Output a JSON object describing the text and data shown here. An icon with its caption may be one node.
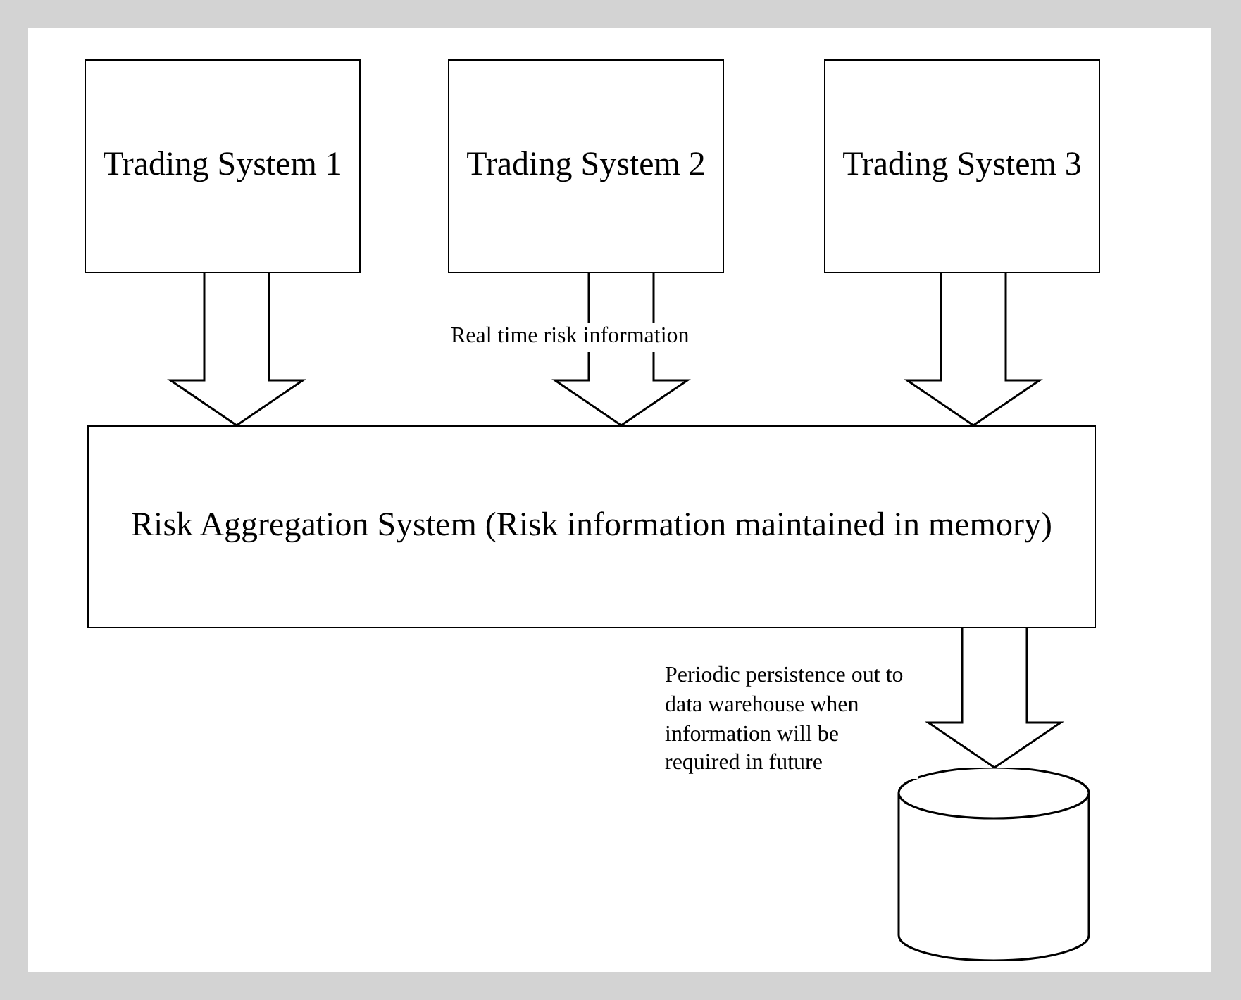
{
  "diagram": {
    "nodes": [
      {
        "text": [
          "Trading System 1"
        ]
      },
      {
        "text": [
          "Trading System 2"
        ]
      },
      {
        "text": [
          "Trading System 3"
        ]
      },
      {
        "text": [
          "Risk Aggregation System (Risk information maintained in memory)"
        ]
      },
      {
        "text": [],
        "shape": "cylinder"
      }
    ],
    "edges": [
      {
        "from": 0,
        "to": 3,
        "arrow": "to"
      },
      {
        "from": 1,
        "to": 3,
        "arrow": "to",
        "label": "Real time risk information"
      },
      {
        "from": 2,
        "to": 3,
        "arrow": "to"
      },
      {
        "from": 3,
        "to": 4,
        "arrow": "to",
        "label": "Periodic persistence out to data warehouse when information will be required in future"
      }
    ]
  }
}
